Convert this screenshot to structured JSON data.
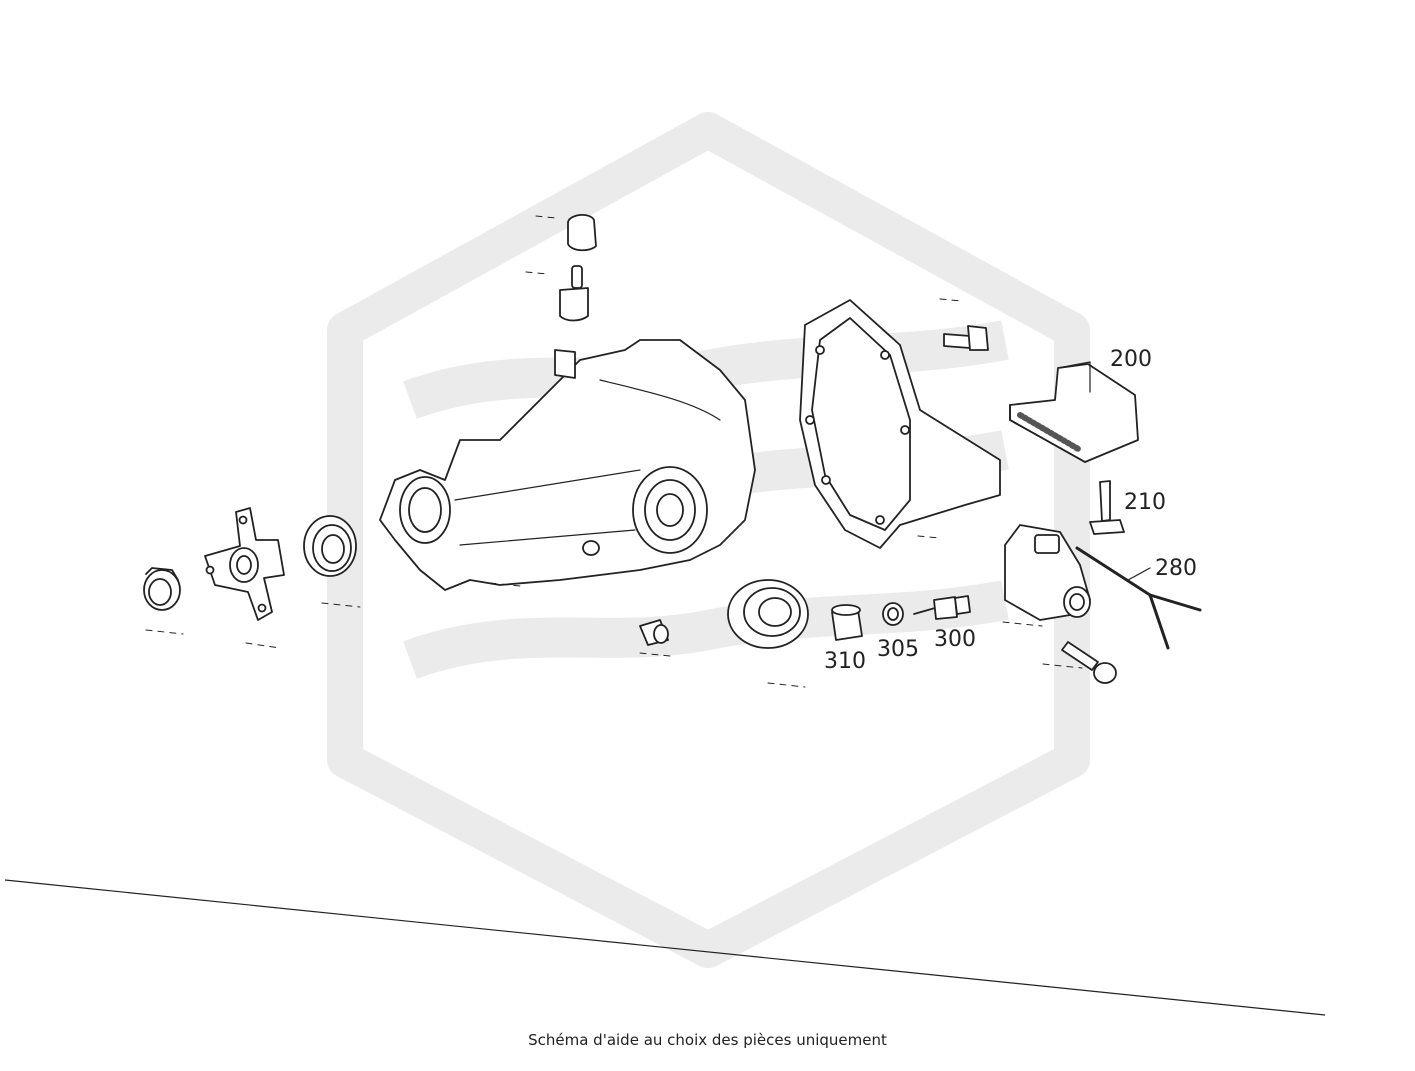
{
  "watermark": {
    "icon": "brand-watermark-icon",
    "color": "#ebebeb"
  },
  "callouts": {
    "p200": "200",
    "p210": "210",
    "p280": "280",
    "p300": "300",
    "p305": "305",
    "p310": "310"
  },
  "caption": "Schéma d'aide au choix des pièces uniquement",
  "colors": {
    "line": "#222222",
    "watermark": "#ebebeb",
    "background": "#ffffff"
  }
}
